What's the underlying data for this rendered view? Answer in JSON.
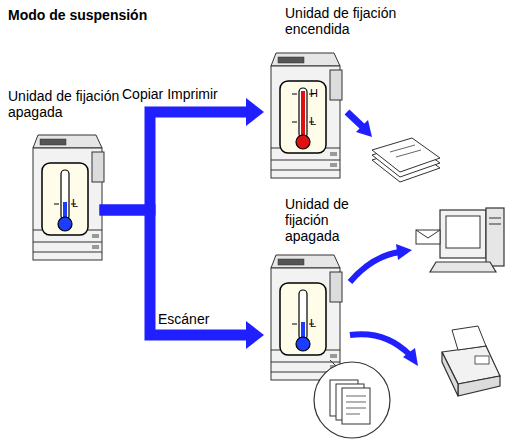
{
  "diagram": {
    "title": "Modo de suspensión",
    "nodes": [
      {
        "text": [
          "Unidad de fijación apagada"
        ]
      },
      {
        "text": [
          "Unidad de fijación encendida"
        ]
      },
      {
        "text": [
          "Unidad de fijación apagada"
        ]
      }
    ],
    "edges": [
      {
        "from": 0,
        "to": 1,
        "arrow": "to",
        "label": "Copiar Imprimir"
      },
      {
        "from": 0,
        "to": 2,
        "arrow": "to",
        "label": "Escáner"
      }
    ],
    "labels": [
      "L",
      "H",
      "L",
      "L"
    ]
  }
}
